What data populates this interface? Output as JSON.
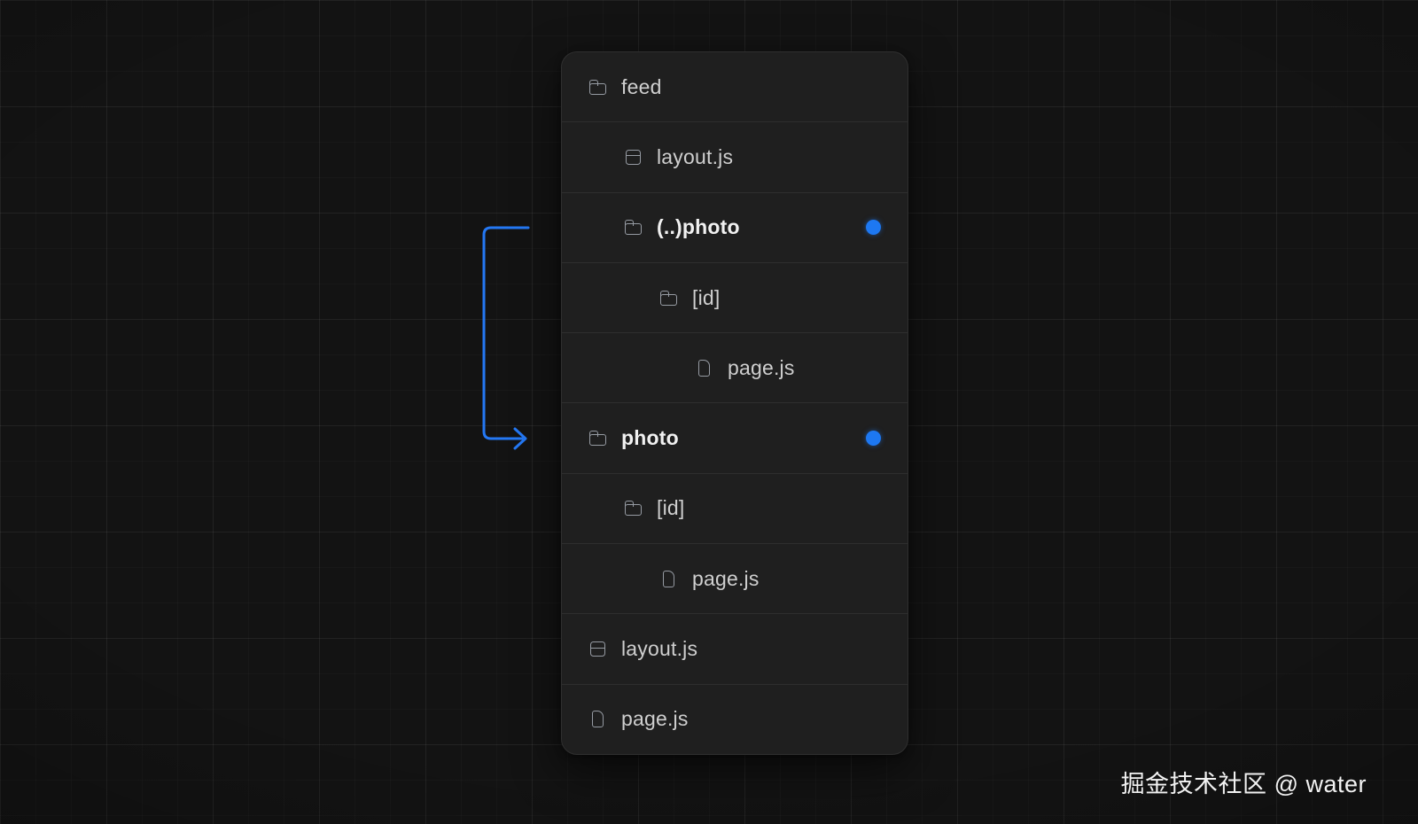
{
  "file_tree": {
    "rows": [
      {
        "label": "feed",
        "icon": "folder",
        "indent": 0,
        "emphasis": false,
        "active_dot": false
      },
      {
        "label": "layout.js",
        "icon": "layout",
        "indent": 1,
        "emphasis": false,
        "active_dot": false
      },
      {
        "label": "(..)photo",
        "icon": "folder",
        "indent": 1,
        "emphasis": true,
        "active_dot": true
      },
      {
        "label": "[id]",
        "icon": "folder",
        "indent": 2,
        "emphasis": false,
        "active_dot": false
      },
      {
        "label": "page.js",
        "icon": "file",
        "indent": 3,
        "emphasis": false,
        "active_dot": false
      },
      {
        "label": "photo",
        "icon": "folder",
        "indent": 0,
        "emphasis": true,
        "active_dot": true
      },
      {
        "label": "[id]",
        "icon": "folder",
        "indent": 1,
        "emphasis": false,
        "active_dot": false
      },
      {
        "label": "page.js",
        "icon": "file",
        "indent": 2,
        "emphasis": false,
        "active_dot": false
      },
      {
        "label": "layout.js",
        "icon": "layout",
        "indent": 0,
        "emphasis": false,
        "active_dot": false
      },
      {
        "label": "page.js",
        "icon": "file",
        "indent": 0,
        "emphasis": false,
        "active_dot": false
      }
    ]
  },
  "colors": {
    "accent_blue": "#2478f4",
    "dot_blue": "#1d78f2",
    "panel_bg": "#1f1f1f",
    "page_bg": "#131313"
  },
  "watermark": {
    "text": "掘金技术社区 @ water"
  }
}
